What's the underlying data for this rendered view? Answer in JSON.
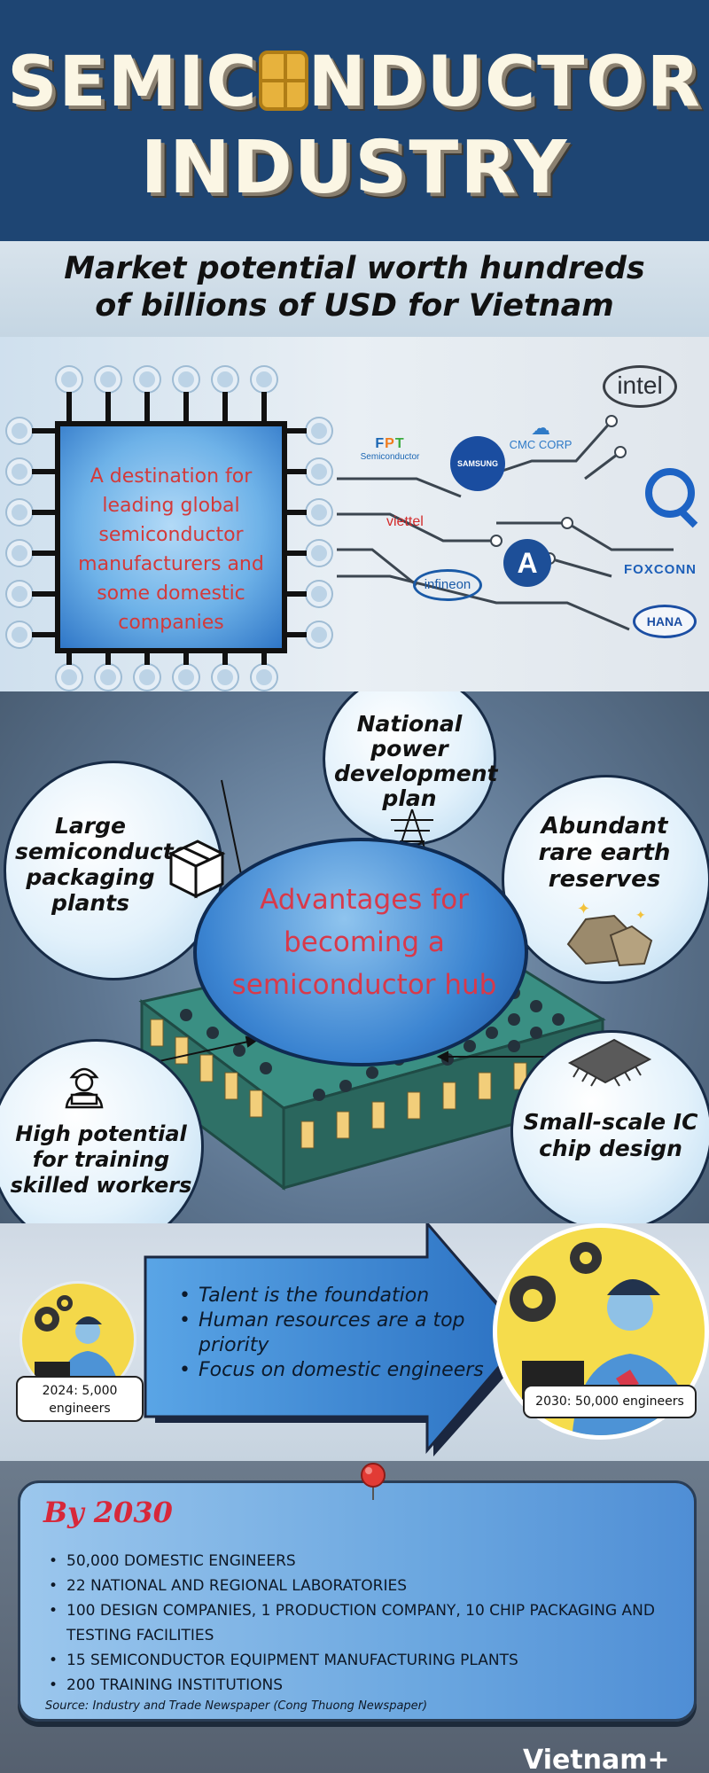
{
  "header": {
    "title_line1_a": "SEMIC",
    "title_line1_b": "NDUCTOR",
    "title_line2": "INDUSTRY",
    "subtitle_line1": "Market potential worth hundreds",
    "subtitle_line2": "of billions of USD for Vietnam"
  },
  "manufacturers": {
    "chip_text": "A destination for leading global semiconductor manufacturers and some domestic companies",
    "logos": {
      "intel": "intel",
      "cmc": "CMC CORP",
      "fpt_letters": [
        "F",
        "P",
        "T"
      ],
      "fpt_sub": "Semiconductor",
      "samsung": "SAMSUNG",
      "viettel": "viettel",
      "a_mark": "A",
      "foxconn": "FOXCONN",
      "infineon": "infineon",
      "hana": "HANA"
    }
  },
  "advantages": {
    "hub": "Advantages for becoming a semiconductor hub",
    "items": [
      {
        "label": "National power development plan",
        "icon": "power-tower-icon"
      },
      {
        "label": "Large semiconductor packaging plants",
        "icon": "package-box-icon"
      },
      {
        "label": "Abundant rare earth reserves",
        "icon": "rare-earth-rock-icon"
      },
      {
        "label": "High potential for training skilled workers",
        "icon": "worker-icon"
      },
      {
        "label": "Small-scale IC chip design",
        "icon": "ic-chip-icon"
      }
    ]
  },
  "talent": {
    "points": [
      "Talent is the foundation",
      "Human resources are a top priority",
      "Focus on domestic engineers"
    ],
    "label_2024_line1": "2024: 5,000",
    "label_2024_line2": "engineers",
    "label_2030": "2030: 50,000 engineers"
  },
  "by2030": {
    "title": "By 2030",
    "items": [
      "50,000 DOMESTIC ENGINEERS",
      "22 NATIONAL AND REGIONAL LABORATORIES",
      "100 DESIGN COMPANIES, 1 PRODUCTION COMPANY, 10 CHIP PACKAGING AND TESTING FACILITIES",
      "15 SEMICONDUCTOR EQUIPMENT MANUFACTURING PLANTS",
      "200 TRAINING INSTITUTIONS"
    ],
    "source": "Source: Industry and Trade Newspaper (Cong Thuong Newspaper)"
  },
  "brand": "Vietnam+",
  "colors": {
    "header_bg": "#1e4573",
    "accent_red": "#d33a3a",
    "chip_gold": "#e7b23d",
    "hub_blue": "#3b84d1"
  }
}
